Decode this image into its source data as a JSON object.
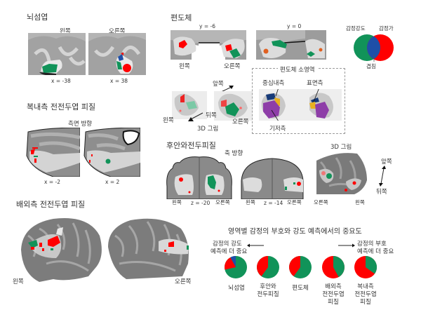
{
  "colors": {
    "intensity": "#119359",
    "valence": "#ff0000",
    "overlap": "#1e4fa8",
    "central_medial": "#163a78",
    "superficial": "#e8b020",
    "basolateral": "#8e3ea8"
  },
  "insula": {
    "title": "뇌섬엽",
    "left_label": "왼쪽",
    "right_label": "오른쪽",
    "left_coord": "x = -38",
    "right_coord": "x = 38"
  },
  "amygdala": {
    "title": "편도체",
    "slice1_coord": "y = -6",
    "slice2_coord": "y = 0",
    "left_label": "왼쪽",
    "right_label": "오른쪽",
    "render3d": {
      "front_label": "앞쪽",
      "back_label": "뒤쪽",
      "left_label": "왼쪽",
      "right_label": "오른쪽",
      "caption": "3D 그림"
    },
    "subregions": {
      "title": "편도체 소영역",
      "central_medial": "중심내측",
      "superficial": "표면측",
      "basolateral": "기저측"
    }
  },
  "legend": {
    "intensity_label": "감정강도",
    "valence_label": "감정가",
    "overlap_label": "겹침"
  },
  "vmpfc": {
    "title": "복내측 전전두엽 피질",
    "view_label": "측면 방향",
    "left_coord": "x = -2",
    "right_coord": "x = 2"
  },
  "ofc": {
    "title": "후안와전두피질",
    "view_label": "축 방향",
    "slice1_left": "왼쪽",
    "slice1_coord": "z = -20",
    "slice1_right": "오른쪽",
    "slice2_left": "왼쪽",
    "slice2_coord": "z = -14",
    "slice2_right": "오른쪽",
    "render3d": {
      "caption": "3D 그림",
      "right_label": "오른쪽",
      "left_label": "왼쪽",
      "front_label": "앞쪽",
      "back_label": "뒤쪽"
    }
  },
  "dlpfc": {
    "title": "배외측 전전두엽 피질",
    "left_label": "왼쪽",
    "right_label": "오른쪽"
  },
  "importance": {
    "title": "영역별 감정의 부호와 강도 예측에서의 중요도",
    "left_note_line1": "감정의 강도",
    "left_note_line2": "예측에 더 중요",
    "right_note_line1": "감정의 부호",
    "right_note_line2": "예측에 더 중요"
  },
  "chart_data": {
    "type": "pie",
    "title": "영역별 감정의 부호와 강도 예측에서의 중요도",
    "legend": [
      "감정강도 (green)",
      "감정가 (red)",
      "겹침 (blue)"
    ],
    "categories": [
      "뇌섬엽",
      "후안와 전두피질",
      "편도체",
      "배외측 전전두엽 피질",
      "복내측 전전두엽 피질"
    ],
    "series": [
      {
        "name": "감정강도",
        "color": "#119359",
        "values": [
          72,
          60,
          60,
          42,
          35
        ]
      },
      {
        "name": "감정가",
        "color": "#ff0000",
        "values": [
          20,
          40,
          40,
          58,
          65
        ]
      },
      {
        "name": "겹침",
        "color": "#1e4fa8",
        "values": [
          8,
          0,
          0,
          0,
          0
        ]
      }
    ],
    "annotations": [
      "감정의 강도 예측에 더 중요 ←",
      "→ 감정의 부호 예측에 더 중요"
    ]
  },
  "pies": [
    {
      "label_lines": [
        "뇌섬엽"
      ]
    },
    {
      "label_lines": [
        "후안와",
        "전두피질"
      ]
    },
    {
      "label_lines": [
        "편도체"
      ]
    },
    {
      "label_lines": [
        "배외측",
        "전전두엽",
        "피질"
      ]
    },
    {
      "label_lines": [
        "복내측",
        "전전두엽",
        "피질"
      ]
    }
  ]
}
